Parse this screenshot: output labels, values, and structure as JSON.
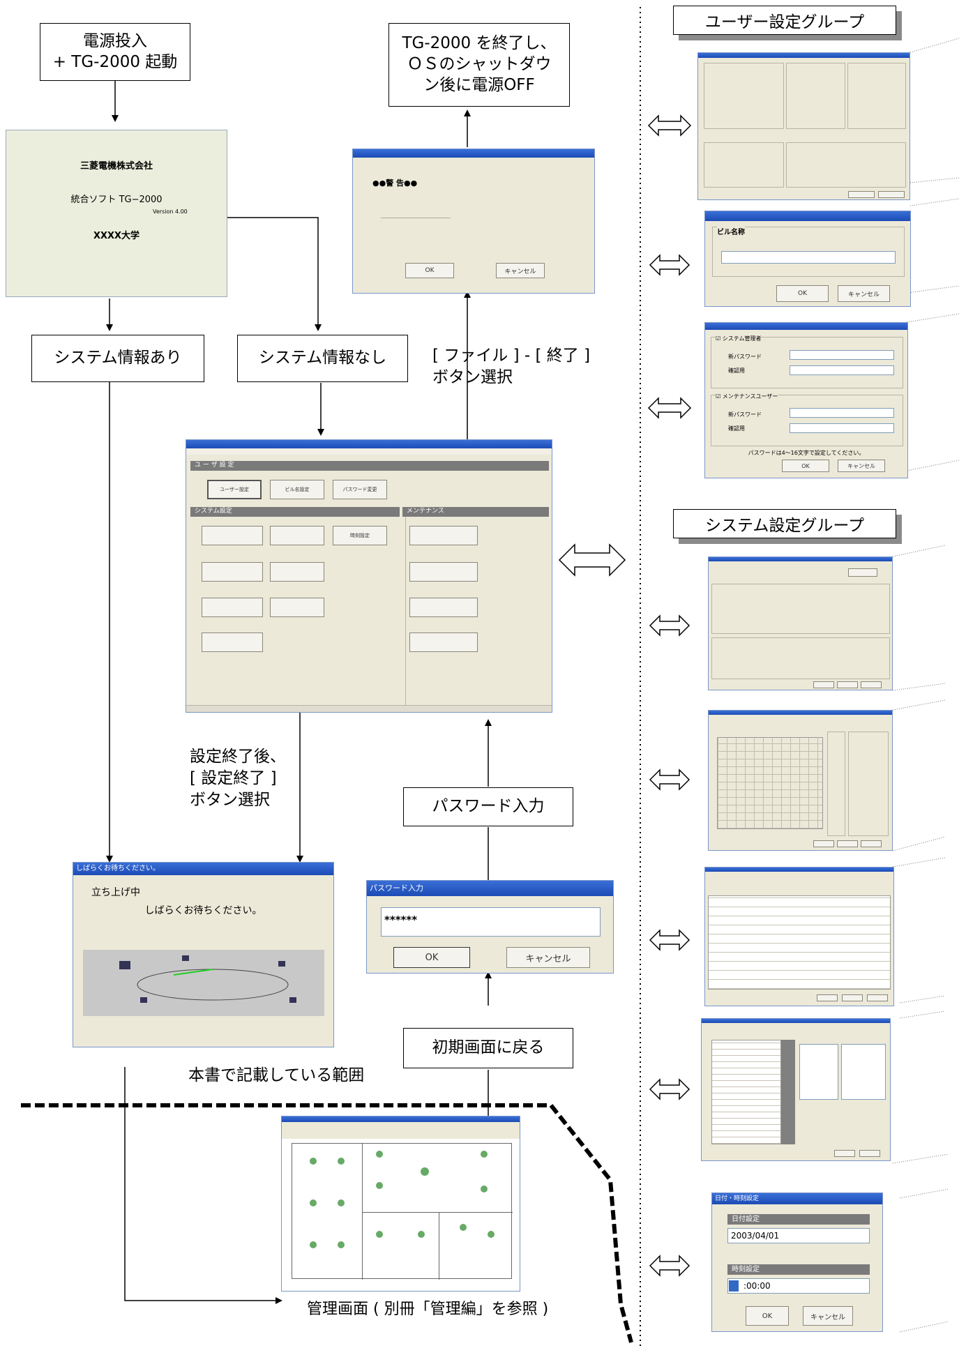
{
  "flow": {
    "power_on": "電源投入\n+ TG-2000 起動",
    "exit_shutdown": "TG-2000 を終了し、\nＯＳのシャットダウ\nン後に電源OFF",
    "sys_info_yes": "システム情報あり",
    "sys_info_no": "システム情報なし",
    "file_exit": "[ ファイル ] - [ 終了 ]\nボタン選択",
    "setting_done": "設定終了後、\n[ 設定終了 ]\nボタン選択",
    "password_input": "パスワード入力",
    "return_initial": "初期画面に戻る",
    "scope_label": "本書で記載している範囲",
    "management_caption": "管理画面 ( 別冊「管理編」を参照 )"
  },
  "groups": {
    "user_group": "ユーザー設定グループ",
    "system_group": "システム設定グループ"
  },
  "splash": {
    "company": "三菱電機株式会社",
    "product": "統合ソフト TG−2000",
    "version": "Version 4.00",
    "site": "XXXX大学"
  },
  "confirm_dialog": {
    "heading": "●●警 告●●",
    "ok": "OK",
    "cancel": "キャンセル"
  },
  "wait_dialog": {
    "title": "しばらくお待ちください。",
    "status": "立ち上げ中",
    "message": "しばらくお待ちください。"
  },
  "password_dialog": {
    "title": "パスワード入力",
    "value": "******",
    "ok": "OK",
    "cancel": "キャンセル"
  },
  "building_dialog": {
    "label": "ビル名称",
    "ok": "OK",
    "cancel": "キャンセル"
  },
  "pw_change_dialog": {
    "admin": "☑ システム管理者",
    "maint": "☑ メンテナンスユーザー",
    "new_pw": "新パスワード",
    "confirm": "確認用",
    "note": "パスワードは4〜16文字で設定してください。",
    "ok": "OK",
    "cancel": "キャンセル"
  },
  "main_window": {
    "section_user": "ユ ー ザ 設 定",
    "btn_user": "ユーザー設定",
    "btn_building": "ビル名設定",
    "btn_password": "パスワード変更",
    "section_system": "システム設定",
    "section_maint": "メンテナンス",
    "btn_time": "時刻設定"
  },
  "datetime_dialog": {
    "title": "日付・時刻設定",
    "date_label": "日付設定",
    "date_value": "2003/04/01",
    "time_label": "時刻設定",
    "time_value": ":00:00",
    "ok": "OK",
    "cancel": "キャンセル"
  }
}
